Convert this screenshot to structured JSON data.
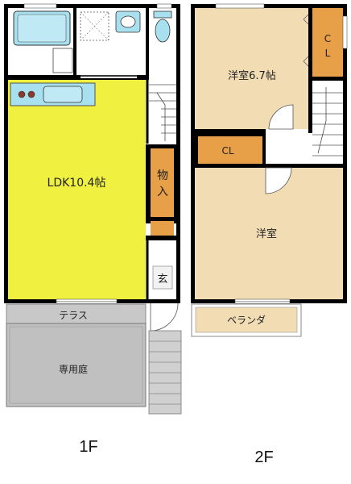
{
  "floor1": {
    "ldk_label": "LDK10.4帖",
    "storage_label_1": "物",
    "storage_label_2": "入",
    "entrance_label": "玄",
    "terrace_label": "テラス",
    "garden_label": "専用庭",
    "floor_label": "1F"
  },
  "floor2": {
    "room1_label": "洋室6.7帖",
    "closet1_label_1": "C",
    "closet1_label_2": "L",
    "closet2_label": "CL",
    "room2_label": "洋室",
    "balcony_label": "ベランダ",
    "floor_label": "2F"
  },
  "colors": {
    "ldk": "#f0f040",
    "room": "#f2dcb4",
    "closet": "#e8a048",
    "outdoor": "#c0c0c0",
    "fixture": "#a8e0f0",
    "wall": "#000000"
  }
}
